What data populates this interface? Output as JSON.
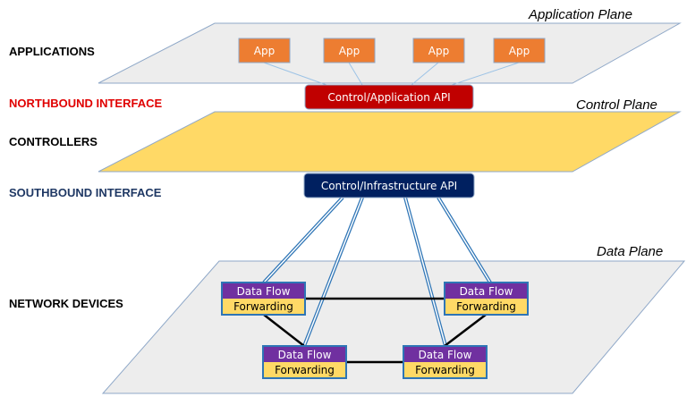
{
  "layers": {
    "applications": "APPLICATIONS",
    "northbound": "NORTHBOUND INTERFACE",
    "controllers": "CONTROLLERS",
    "southbound": "SOUTHBOUND INTERFACE",
    "network_devices": "NETWORK DEVICES"
  },
  "planes": {
    "application": "Application Plane",
    "control": "Control Plane",
    "data": "Data Plane"
  },
  "apps": [
    "App",
    "App",
    "App",
    "App"
  ],
  "apis": {
    "northbound": "Control/Application API",
    "southbound": "Control/Infrastructure API"
  },
  "devices": [
    {
      "top": "Data Flow",
      "bottom": "Forwarding"
    },
    {
      "top": "Data Flow",
      "bottom": "Forwarding"
    },
    {
      "top": "Data Flow",
      "bottom": "Forwarding"
    },
    {
      "top": "Data Flow",
      "bottom": "Forwarding"
    }
  ],
  "colors": {
    "app": "#ED7D31",
    "northbound": "#C00000",
    "southbound": "#002060",
    "control_plane": "#FFD966",
    "plane": "#EDEDED",
    "dataflow": "#7030A0",
    "forwarding": "#FFD966",
    "link": "#2E75B6"
  }
}
